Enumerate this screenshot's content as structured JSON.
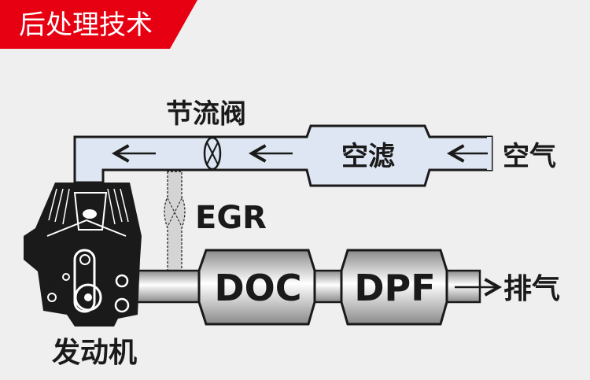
{
  "banner": {
    "title": "后处理技术",
    "color": "#e60012"
  },
  "labels": {
    "throttle": "节流阀",
    "air_filter": "空滤",
    "air_in": "空气",
    "egr": "EGR",
    "doc": "DOC",
    "dpf": "DPF",
    "exhaust": "排气",
    "engine": "发动机"
  },
  "colors": {
    "intake": "#dde6f2",
    "egr": "#d4d4d4",
    "background": "#efefef"
  }
}
